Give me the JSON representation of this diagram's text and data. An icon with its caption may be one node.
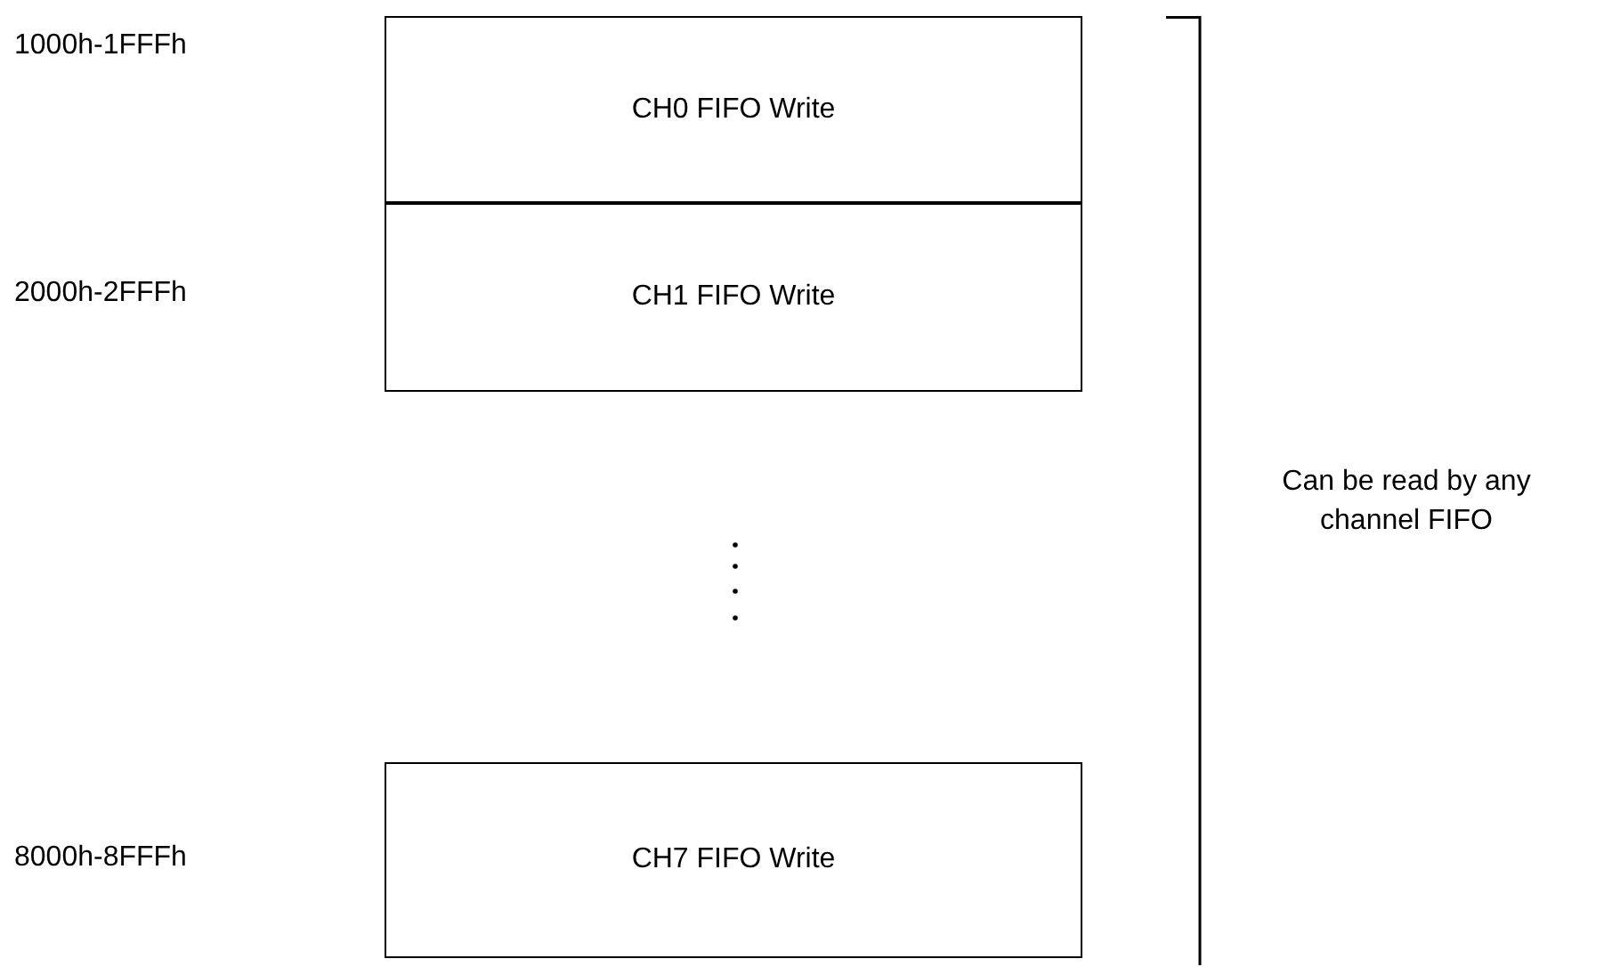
{
  "diagram": {
    "nodes": [
      {
        "text": [
          "CH0 FIFO Write"
        ]
      },
      {
        "text": [
          "CH1 FIFO Write"
        ]
      },
      {
        "text": [
          "CH7 FIFO Write"
        ]
      }
    ],
    "labels": [
      "1000h-1FFFh",
      "2000h-2FFFh",
      "Can be read by any channel FIFO",
      "8000h-8FFFh"
    ]
  }
}
